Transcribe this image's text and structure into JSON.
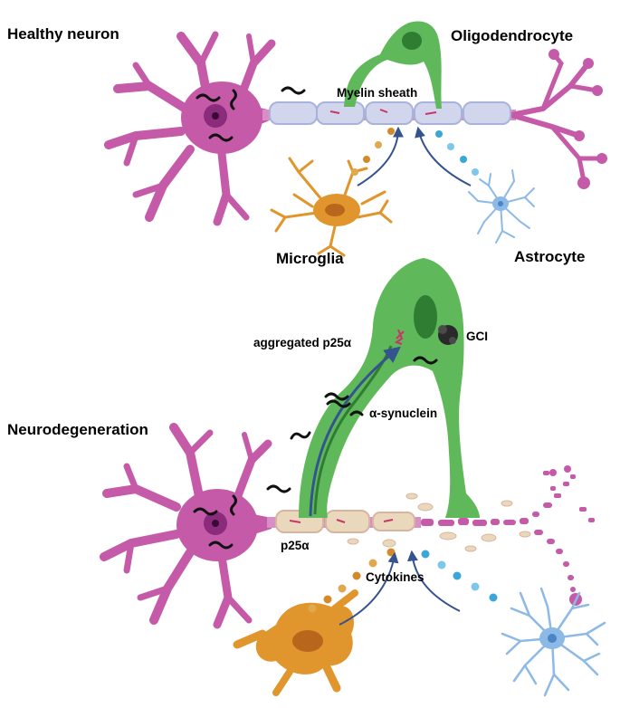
{
  "labels": {
    "healthy_neuron": "Healthy neuron",
    "oligodendrocyte": "Oligodendrocyte",
    "myelin_sheath": "Myelin sheath",
    "microglia": "Microglia",
    "astrocyte": "Astrocyte",
    "aggregated_p25a": "aggregated p25α",
    "gci": "GCI",
    "alpha_synuclein": "α-synuclein",
    "neurodegeneration": "Neurodegeneration",
    "p25a": "p25α",
    "cytokines": "Cytokines"
  },
  "colors": {
    "neuron": "#c55aa8",
    "neuron_nucleus": "#8a2b7c",
    "oligodendrocyte": "#5fb85a",
    "oligo_nucleus": "#2f7d33",
    "myelin": "#d2d6ec",
    "damaged_myelin": "#ead8bd",
    "microglia": "#e0962d",
    "astrocyte": "#8db9e6",
    "cytokine_orange": "#d28a2a",
    "cytokine_blue": "#3aa7d8",
    "arrow": "#34538f",
    "synuclein": "#111111",
    "gci": "#2a2a2a"
  }
}
